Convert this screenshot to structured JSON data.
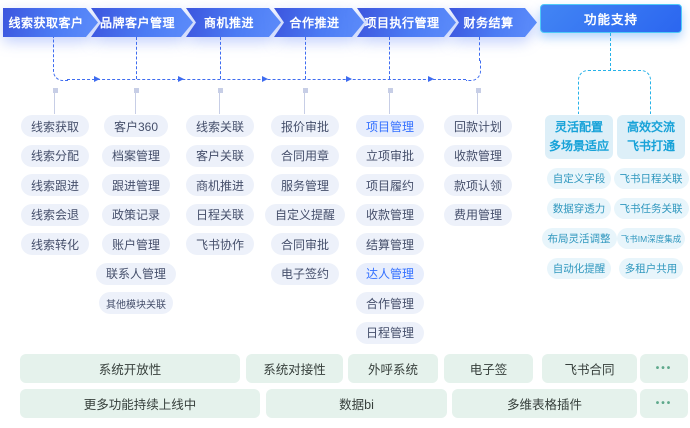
{
  "flow": {
    "steps": [
      {
        "label": "线索获取客户"
      },
      {
        "label": "品牌客户管理"
      },
      {
        "label": "商机推进"
      },
      {
        "label": "合作推进"
      },
      {
        "label": "项目执行管理"
      },
      {
        "label": "财务结算"
      }
    ],
    "support_label": "功能支持"
  },
  "columns": [
    {
      "under": "线索获取客户",
      "items": [
        {
          "label": "线索获取"
        },
        {
          "label": "线索分配"
        },
        {
          "label": "线索跟进"
        },
        {
          "label": "线索会退"
        },
        {
          "label": "线索转化"
        }
      ]
    },
    {
      "under": "品牌客户管理",
      "items": [
        {
          "label": "客户360"
        },
        {
          "label": "档案管理"
        },
        {
          "label": "跟进管理"
        },
        {
          "label": "政策记录"
        },
        {
          "label": "账户管理"
        },
        {
          "label": "联系人管理"
        },
        {
          "label": "其他模块关联"
        }
      ]
    },
    {
      "under": "商机推进",
      "items": [
        {
          "label": "线索关联"
        },
        {
          "label": "客户关联"
        },
        {
          "label": "商机推进"
        },
        {
          "label": "日程关联"
        },
        {
          "label": "飞书协作"
        }
      ]
    },
    {
      "under": "合作推进",
      "items": [
        {
          "label": "报价审批"
        },
        {
          "label": "合同用章"
        },
        {
          "label": "服务管理"
        },
        {
          "label": "自定义提醒"
        },
        {
          "label": "合同审批"
        },
        {
          "label": "电子签约"
        }
      ]
    },
    {
      "under": "项目执行管理",
      "items": [
        {
          "label": "项目管理",
          "highlight": true
        },
        {
          "label": "立项审批"
        },
        {
          "label": "项目履约"
        },
        {
          "label": "收款管理"
        },
        {
          "label": "结算管理"
        },
        {
          "label": "达人管理",
          "highlight": true
        },
        {
          "label": "合作管理"
        },
        {
          "label": "日程管理"
        }
      ]
    },
    {
      "under": "财务结算",
      "items": [
        {
          "label": "回款计划"
        },
        {
          "label": "收款管理"
        },
        {
          "label": "款项认领"
        },
        {
          "label": "费用管理"
        }
      ]
    }
  ],
  "support": {
    "groups": [
      {
        "title_lines": [
          "灵活配置",
          "多场景适应"
        ],
        "items": [
          {
            "label": "自定义字段"
          },
          {
            "label": "数据穿透力"
          },
          {
            "label": "布局灵活调整"
          },
          {
            "label": "自动化提醒"
          }
        ]
      },
      {
        "title_lines": [
          "高效交流",
          "飞书打通"
        ],
        "items": [
          {
            "label": "飞书日程关联"
          },
          {
            "label": "飞书任务关联"
          },
          {
            "label": "飞书IM深度集成"
          },
          {
            "label": "多租户共用"
          }
        ]
      }
    ]
  },
  "bottom": {
    "rows": [
      [
        {
          "label": "系统开放性"
        },
        {
          "label": "系统对接性"
        },
        {
          "label": "外呼系统"
        },
        {
          "label": "电子签"
        },
        {
          "label": "飞书合同"
        },
        {
          "label": "•••"
        }
      ],
      [
        {
          "label": "更多功能持续上线中"
        },
        {
          "label": "数据bi"
        },
        {
          "label": "多维表格插件"
        },
        {
          "label": "•••"
        }
      ]
    ]
  },
  "colors": {
    "flow_gradient_start": "#3c55de",
    "flow_gradient_end": "#5e8efb",
    "connector_blue": "#3e6cf0",
    "connector_cyan": "#27b2e8",
    "stub_gray": "#c7cee6",
    "pill_bg": "#edf1fa",
    "pill_text": "#454f6b",
    "highlight_text": "#3370ff",
    "support_header_bg": "#ddeff8",
    "support_header_text": "#17a2d8",
    "support_pill_bg": "#e8f5fb",
    "support_pill_text": "#2f97be",
    "bottom_bg": "#e5f2ec",
    "bottom_text": "#363f3b",
    "bottom_dots": "#5fa98c"
  }
}
